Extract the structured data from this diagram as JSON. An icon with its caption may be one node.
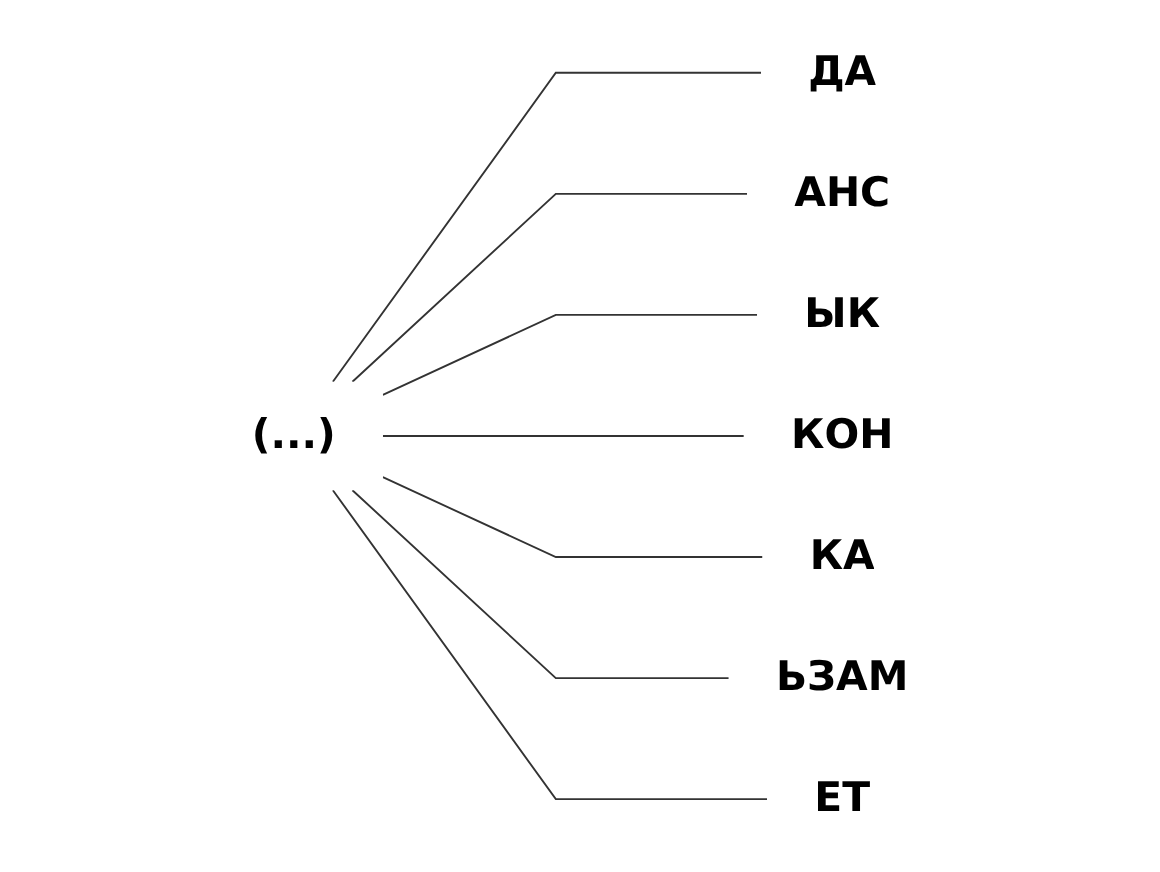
{
  "diagram": {
    "nodes": [
      {
        "text": [
          "(...)"
        ]
      },
      {
        "text": [
          "ДА"
        ]
      },
      {
        "text": [
          "АНС"
        ]
      },
      {
        "text": [
          "ЫК"
        ]
      },
      {
        "text": [
          "КОН"
        ]
      },
      {
        "text": [
          "КА"
        ]
      },
      {
        "text": [
          "ЬЗАМ"
        ]
      },
      {
        "text": [
          "ЕТ"
        ]
      }
    ],
    "edges": [
      {
        "from": 0,
        "to": 1,
        "arrow": "none"
      },
      {
        "from": 0,
        "to": 2,
        "arrow": "none"
      },
      {
        "from": 0,
        "to": 3,
        "arrow": "none"
      },
      {
        "from": 0,
        "to": 4,
        "arrow": "none"
      },
      {
        "from": 0,
        "to": 5,
        "arrow": "none"
      },
      {
        "from": 0,
        "to": 6,
        "arrow": "none"
      },
      {
        "from": 0,
        "to": 7,
        "arrow": "none"
      }
    ]
  }
}
